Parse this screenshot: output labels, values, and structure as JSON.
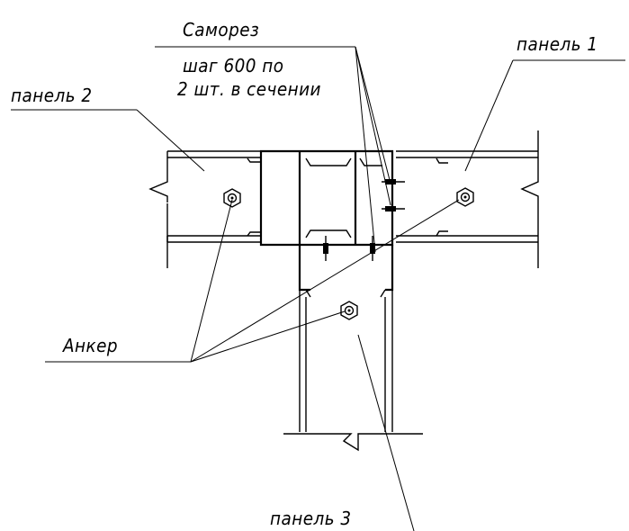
{
  "labels": {
    "screw_title": "Саморез",
    "screw_line1": "шаг 600 по",
    "screw_line2": "2 шт. в сечении",
    "panel1": "панель 1",
    "panel2": "панель 2",
    "panel3": "панель 3",
    "anchor": "Анкер"
  }
}
